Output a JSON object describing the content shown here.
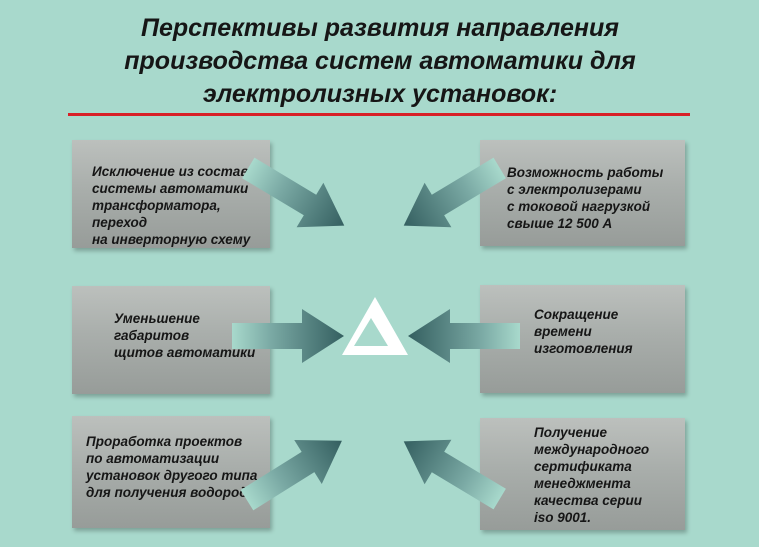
{
  "title": "Перспективы развития направления\nпроизводства систем автоматики для\nэлектролизных установок:",
  "colors": {
    "background": "#a8d9cc",
    "accent_rule": "#d81f26",
    "arrow": "#3d6b6b",
    "box": "#aab0ad"
  },
  "center_icon": "delta-triangle-icon",
  "boxes": {
    "left_top": "Исключение из состава\nсистемы автоматики\nтрансформатора, переход\nна инверторную схему",
    "left_middle": "Уменьшение\nгабаритов\nщитов автоматики",
    "left_bottom": "Проработка проектов\nпо автоматизации\nустановок другого типа\nдля получения водорода",
    "right_top": "Возможность работы\nс электролизерами\nс токовой нагрузкой\nсвыше 12 500 А",
    "right_middle": "Сокращение\nвремени\nизготовления",
    "right_bottom": "Получение\nмеждународного\nсертификата\nменеджмента\nкачества серии\niso 9001."
  }
}
